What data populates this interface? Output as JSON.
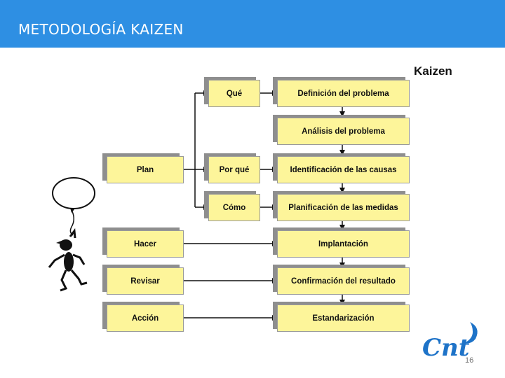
{
  "header": {
    "title": "METODOLOGÍA KAIZEN"
  },
  "diagram": {
    "title": "Kaizen",
    "phases": [
      "Plan",
      "Hacer",
      "Revisar",
      "Acción"
    ],
    "questions": [
      "Qué",
      "Por qué",
      "Cómo"
    ],
    "steps": [
      "Definición del problema",
      "Análisis del problema",
      "Identificación de las causas",
      "Planificación de las medidas",
      "Implantación",
      "Confirmación del resultado",
      "Estandarización"
    ]
  },
  "footer": {
    "page_number": "16",
    "logo_text": "Cnt"
  },
  "colors": {
    "header": "#2e8fe3",
    "box_fill": "#fdf59a",
    "box_shadow": "#8e8e8e",
    "logo": "#1e73c8"
  }
}
